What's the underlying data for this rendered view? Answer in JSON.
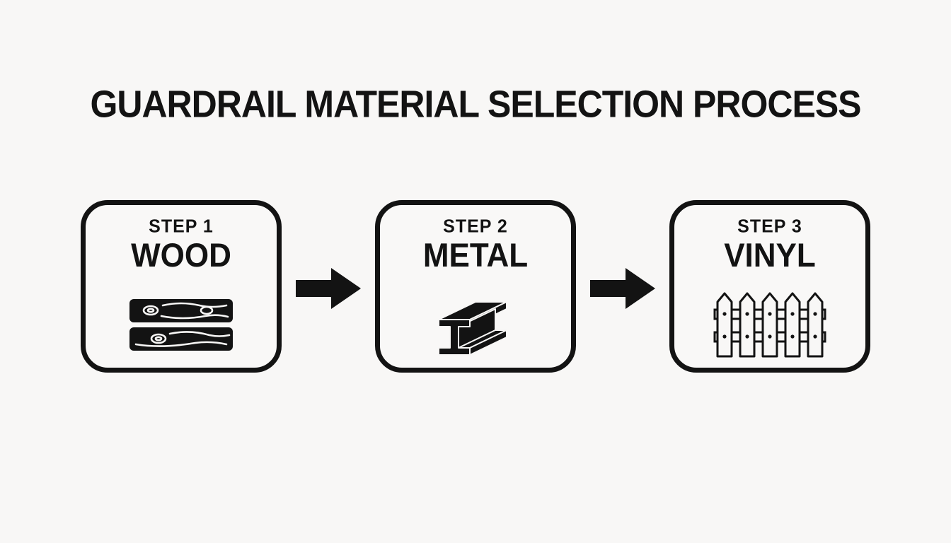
{
  "title": "GUARDRAIL MATERIAL SELECTION PROCESS",
  "steps": [
    {
      "step_label": "STEP 1",
      "name": "WOOD",
      "icon": "wood-planks-icon"
    },
    {
      "step_label": "STEP 2",
      "name": "METAL",
      "icon": "metal-ibeam-icon"
    },
    {
      "step_label": "STEP 3",
      "name": "VINYL",
      "icon": "vinyl-fence-icon"
    }
  ],
  "colors": {
    "ink": "#131313",
    "background": "#f8f7f6"
  }
}
